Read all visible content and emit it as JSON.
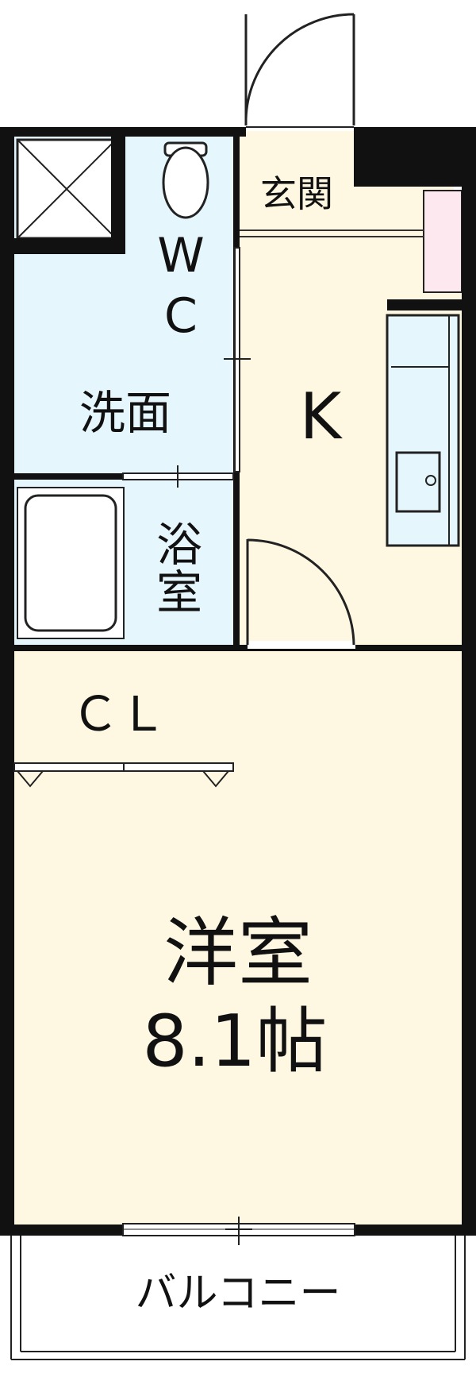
{
  "floorplan": {
    "colors": {
      "wall": "#111111",
      "wet_area": "#e6f6fd",
      "living": "#fef7e1",
      "storage": "#fde8ef",
      "outline": "#222222",
      "white": "#ffffff"
    },
    "rooms": {
      "entrance": {
        "label": "玄関"
      },
      "wc": {
        "label_w": "W",
        "label_c": "C"
      },
      "washroom": {
        "label": "洗面"
      },
      "kitchen": {
        "label": "K"
      },
      "bathroom": {
        "label_1": "浴",
        "label_2": "室"
      },
      "closet": {
        "label": "ＣＬ"
      },
      "western_room": {
        "label": "洋室",
        "area": "8.1帖"
      },
      "balcony": {
        "label": "バルコニー"
      }
    }
  }
}
